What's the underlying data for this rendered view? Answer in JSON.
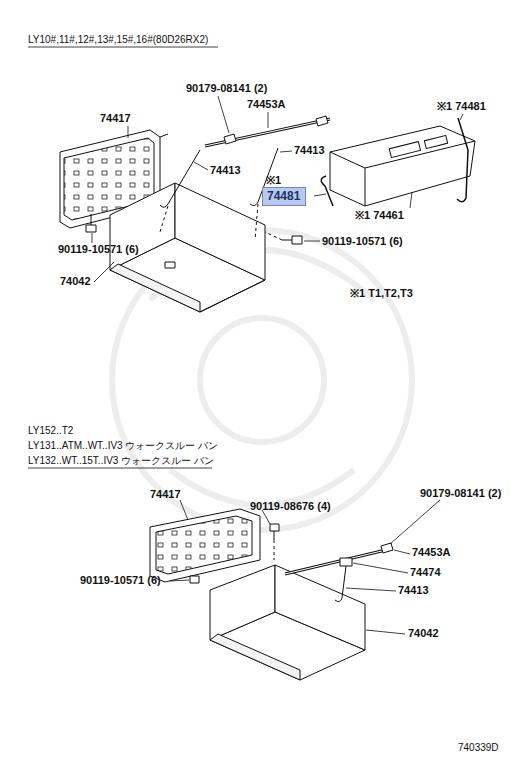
{
  "diagram": {
    "nodes": [
      {
        "text": [
          "74481"
        ]
      }
    ],
    "labels": [
      "LY10#,11#,12#,13#,15#,16#(80D26RX2)",
      "90179-08141 (2)",
      "74453A",
      "74417",
      "※1 74481",
      "74413",
      "74413",
      "※1",
      "※1 74461",
      "90119-10571 (6)",
      "90119-10571 (6)",
      "74042",
      "※1 T1,T2,T3",
      "LY152..T2",
      "LY131..ATM..WT..IV3 ウォークスルー バン",
      "LY132..WT..15T..IV3 ウォークスルー バン",
      "74417",
      "90119-08676 (4)",
      "90179-08141 (2)",
      "74453A",
      "90119-10571 (6)",
      "74474",
      "74413",
      "74042",
      "740339D"
    ]
  }
}
